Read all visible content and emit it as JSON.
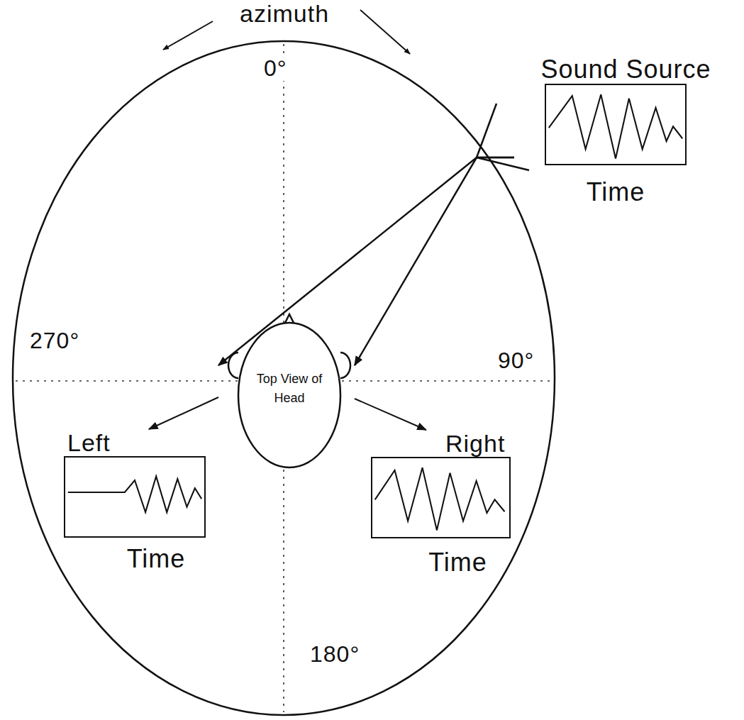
{
  "diagram": {
    "nodes": [
      {
        "text": [
          "Sound Source",
          "Time"
        ]
      },
      {
        "text": [
          "Top View of Head"
        ]
      },
      {
        "text": [
          "Left",
          "Time"
        ]
      },
      {
        "text": [
          "Right",
          "Time"
        ]
      }
    ],
    "edges": [
      {
        "from": 0,
        "to": 1,
        "arrow": "to"
      },
      {
        "from": 0,
        "to": 1,
        "arrow": "to"
      },
      {
        "from": 1,
        "to": 2,
        "arrow": "to"
      },
      {
        "from": 1,
        "to": 3,
        "arrow": "to"
      }
    ],
    "labels": [
      "azimuth",
      "0°",
      "270°",
      "90°",
      "180°"
    ]
  }
}
